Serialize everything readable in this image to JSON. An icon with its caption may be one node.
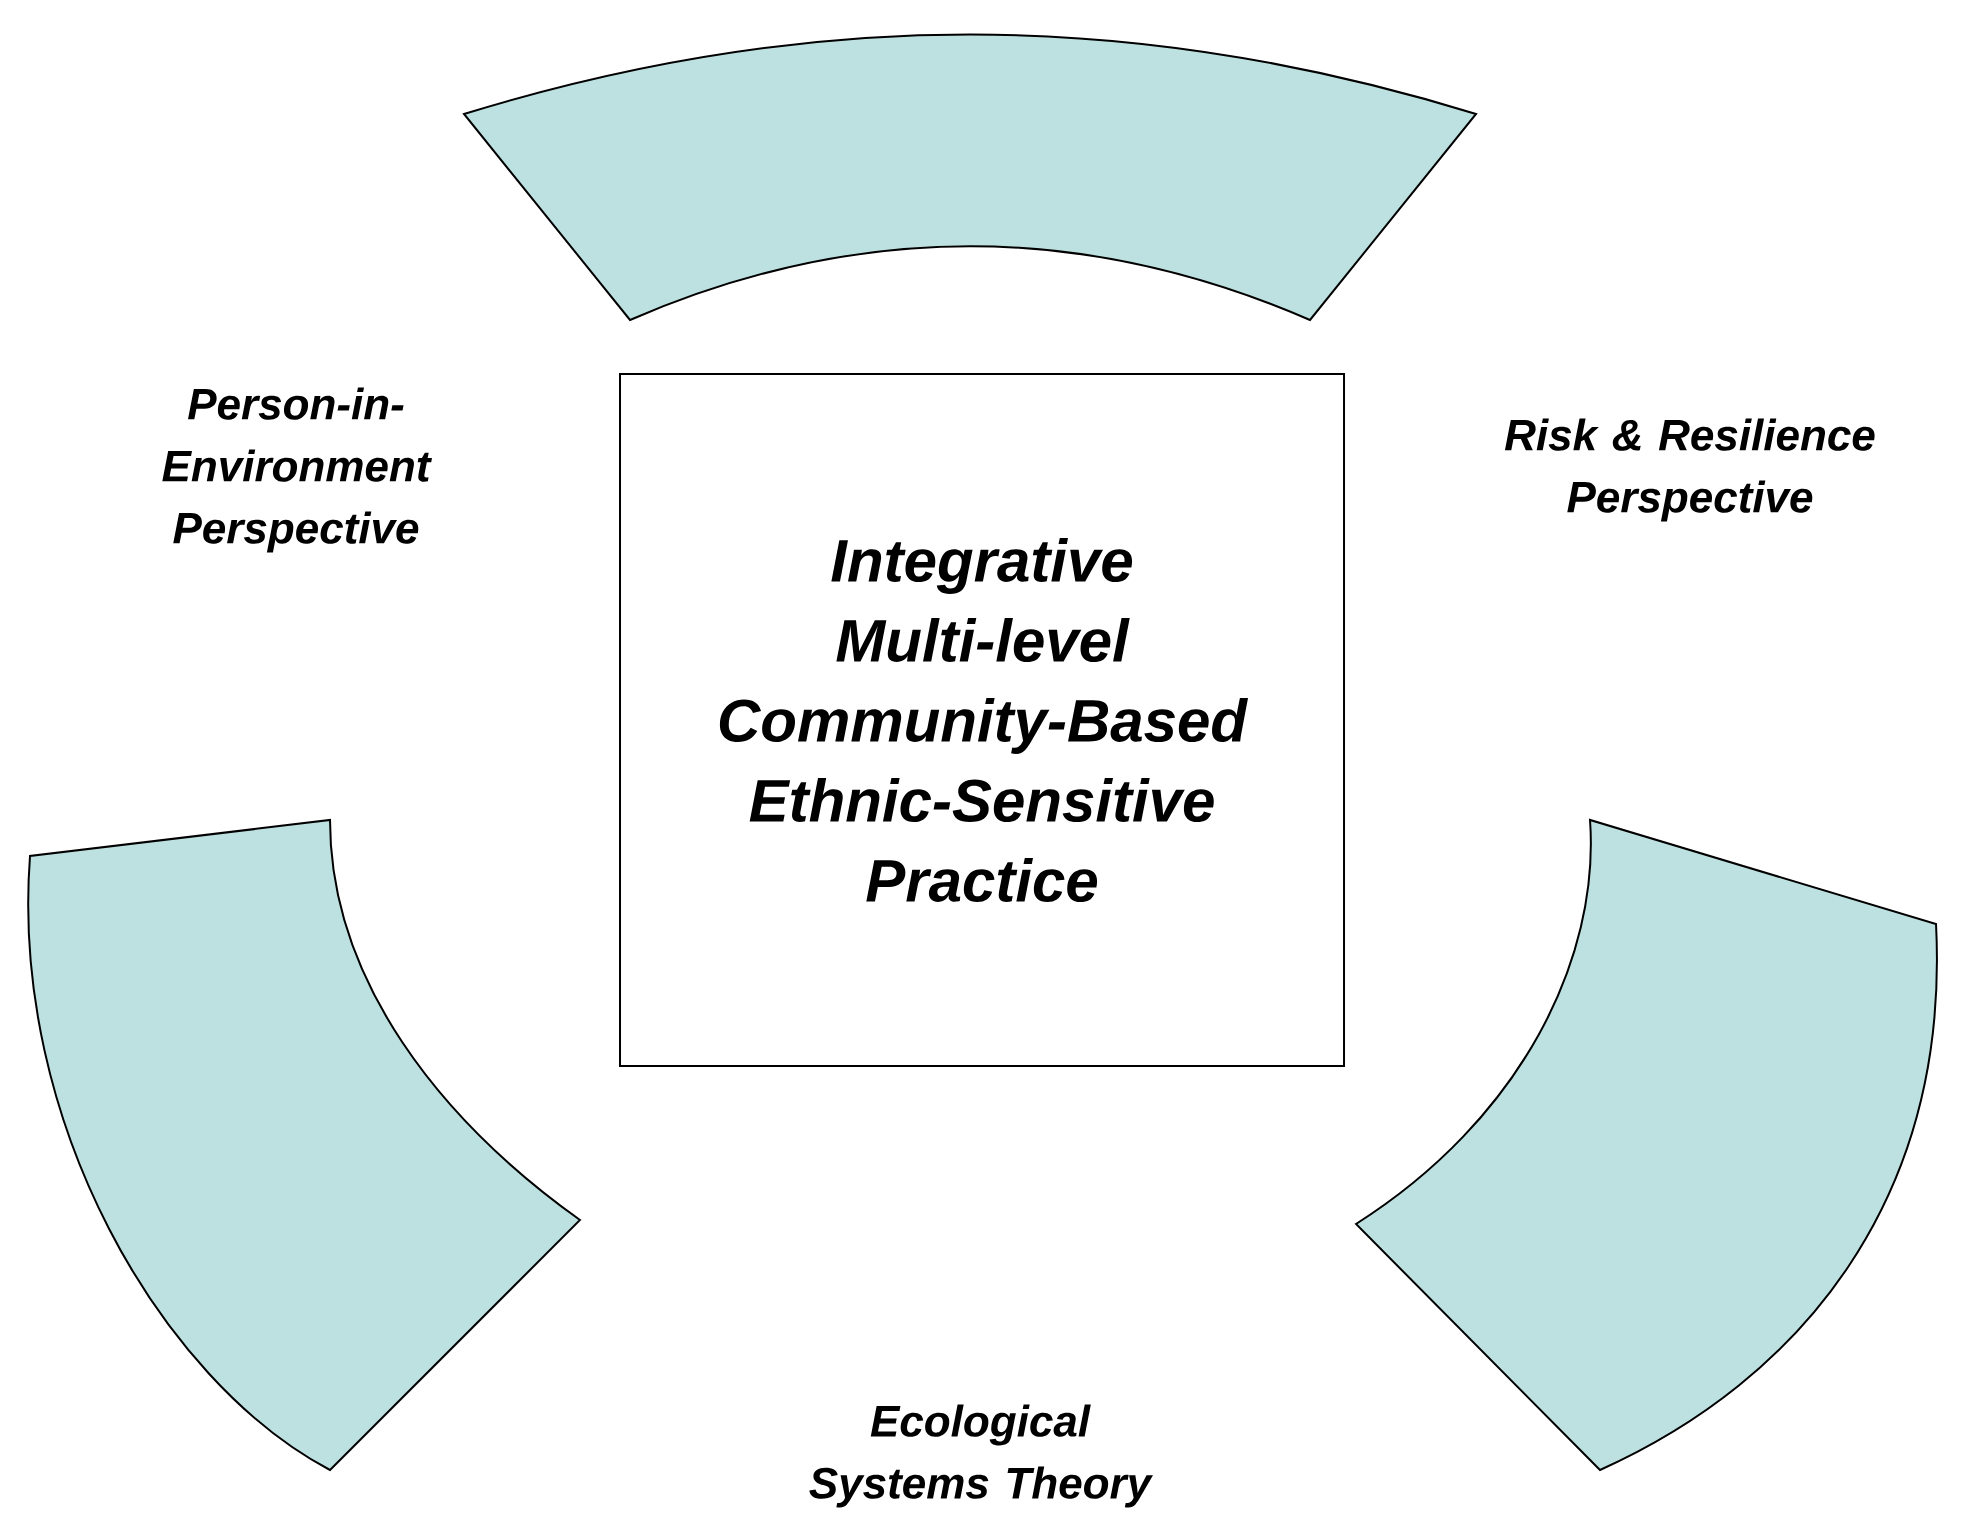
{
  "diagram": {
    "nodes": [
      {
        "text": [],
        "shape": "band"
      },
      {
        "text": [
          "Integrative Multi-level Community-Based Ethnic-Sensitive Practice"
        ]
      },
      {
        "text": [],
        "shape": "band"
      },
      {
        "text": [],
        "shape": "band"
      }
    ],
    "labels": [
      "Person-in-Environment Perspective",
      "Risk & Resilience Perspective",
      "Ecological Systems Theory"
    ]
  }
}
